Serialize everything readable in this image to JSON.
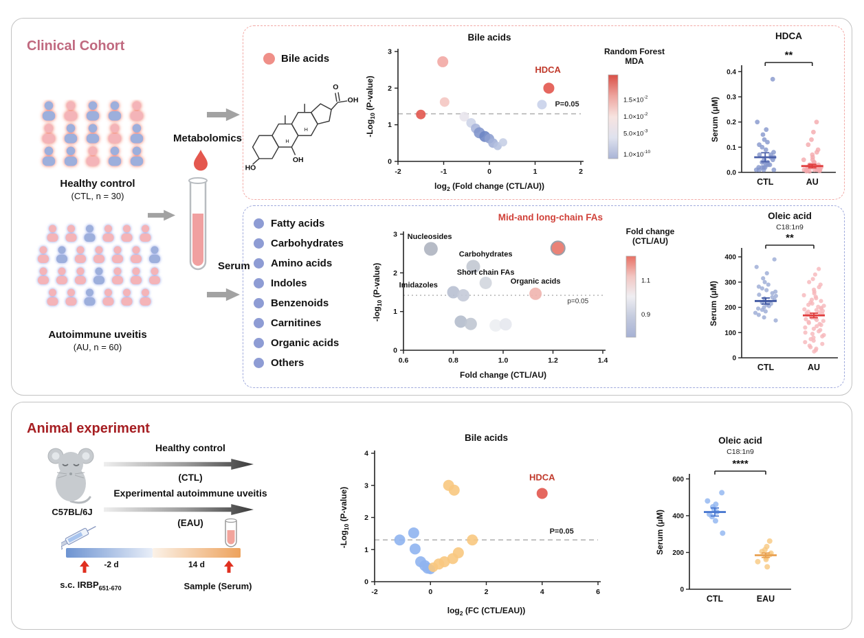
{
  "clinical": {
    "title": "Clinical Cohort",
    "groups": [
      {
        "name": "Healthy control",
        "sub": "(CTL, n = 30)"
      },
      {
        "name": "Autoimmune uveitis",
        "sub": "(AU, n = 60)"
      }
    ],
    "metabolomics_label": "Metabolomics",
    "serum_label": "Serum",
    "bile_legend": "Bile acids",
    "class_legend": [
      "Fatty acids",
      "Carbohydrates",
      "Amino acids",
      "Indoles",
      "Benzenoids",
      "Carnitines",
      "Organic acids",
      "Others"
    ],
    "chem_labels": {
      "ho": "HO",
      "oh_ring": "OH",
      "o": "O",
      "oh_acid": "OH",
      "h1": "H",
      "h2": "H"
    }
  },
  "animal": {
    "title": "Animal experiment",
    "mouse_label": "C57BL/6J",
    "tracks": [
      {
        "name": "Healthy control",
        "sub": "(CTL)"
      },
      {
        "name": "Experimental autoimmune uveitis",
        "sub": "(EAU)"
      }
    ],
    "timeline": {
      "start_label": "-2 d",
      "end_label": "14 d"
    },
    "injection_label_main": "s.c. IRBP",
    "injection_label_sub": "651-670",
    "sample_label": "Sample (Serum)"
  },
  "chart_data": [
    {
      "id": "clinical_bile_volcano",
      "type": "scatter",
      "title": "Bile acids",
      "xlabel": "log_{2} (Fold change (CTL/AU))",
      "ylabel": "-Log_{10} (P-value)",
      "xlim": [
        -2,
        2
      ],
      "ylim": [
        0,
        3
      ],
      "xticks": [
        "-2",
        "-1",
        "0",
        "1",
        "2"
      ],
      "yticks": [
        "0",
        "1",
        "2",
        "3"
      ],
      "threshold": {
        "y": 1.3,
        "dash": "7 5"
      },
      "points": [
        {
          "x": -1.5,
          "y": 1.28,
          "c": "#e2574e",
          "r": 7
        },
        {
          "x": -1.02,
          "y": 2.72,
          "c": "#f2a8a4",
          "r": 8
        },
        {
          "x": -0.98,
          "y": 1.62,
          "c": "#f4c6c2",
          "r": 7
        },
        {
          "x": -0.55,
          "y": 1.22,
          "c": "#e8e4ec",
          "r": 7
        },
        {
          "x": -0.4,
          "y": 1.05,
          "c": "#cdd4e8",
          "r": 7
        },
        {
          "x": -0.3,
          "y": 0.9,
          "c": "#aab6dc",
          "r": 7
        },
        {
          "x": -0.22,
          "y": 0.78,
          "c": "#8296cc",
          "r": 8
        },
        {
          "x": -0.1,
          "y": 0.68,
          "c": "#6e86c4",
          "r": 8
        },
        {
          "x": 0.0,
          "y": 0.62,
          "c": "#8ea0d0",
          "r": 7
        },
        {
          "x": 0.08,
          "y": 0.5,
          "c": "#a2b0d8",
          "r": 7
        },
        {
          "x": 0.18,
          "y": 0.42,
          "c": "#b6c2e0",
          "r": 6
        },
        {
          "x": 0.3,
          "y": 0.52,
          "c": "#c6cfe6",
          "r": 6
        },
        {
          "x": 1.15,
          "y": 1.55,
          "c": "#c9d2ea",
          "r": 7
        },
        {
          "x": 1.3,
          "y": 2.0,
          "c": "#e2574e",
          "r": 8
        }
      ],
      "annotations": [
        {
          "text": "HDCA",
          "x": 1.28,
          "y": 2.42,
          "color": "#c0392b",
          "bold": true,
          "size": 13,
          "anchor": "middle"
        },
        {
          "text": "P=0.05",
          "x": 1.7,
          "y": 1.5,
          "color": "#222",
          "bold": true,
          "size": 11,
          "anchor": "middle"
        }
      ]
    },
    {
      "id": "clinical_hdca_dot",
      "type": "dotplot",
      "title": "HDCA",
      "subtitle": "",
      "sig": "**",
      "ylabel": "Serum (μM)",
      "ylim": [
        0,
        0.42
      ],
      "yticks": [
        "0.0",
        "0.1",
        "0.2",
        "0.3",
        "0.4"
      ],
      "groups": [
        {
          "label": "CTL",
          "color": "#8496cc",
          "mean": 0.06,
          "sem": 0.018,
          "mean_color": "#4a5fa8",
          "values": [
            0.37,
            0.2,
            0.17,
            0.15,
            0.13,
            0.12,
            0.11,
            0.1,
            0.09,
            0.08,
            0.07,
            0.07,
            0.06,
            0.06,
            0.05,
            0.05,
            0.04,
            0.04,
            0.04,
            0.03,
            0.03,
            0.03,
            0.02,
            0.02,
            0.02,
            0.02,
            0.01,
            0.01,
            0.01,
            0.01
          ]
        },
        {
          "label": "AU",
          "color": "#f4a9ad",
          "mean": 0.025,
          "sem": 0.007,
          "mean_color": "#e03c3c",
          "values": [
            0.2,
            0.16,
            0.13,
            0.11,
            0.09,
            0.08,
            0.07,
            0.06,
            0.05,
            0.05,
            0.04,
            0.04,
            0.03,
            0.03,
            0.03,
            0.02,
            0.02,
            0.02,
            0.02,
            0.02,
            0.01,
            0.01,
            0.01,
            0.01,
            0.01,
            0.01,
            0.008,
            0.006,
            0.005,
            0.004
          ]
        }
      ]
    },
    {
      "id": "clinical_class_volcano",
      "type": "scatter",
      "title": "Mid-and long-chain FAs",
      "title_color": "#d04038",
      "title_anchor": "end",
      "xlabel": "Fold change (CTL/AU)",
      "ylabel": "-log_{10} (P-value)",
      "xlim": [
        0.6,
        1.4
      ],
      "ylim": [
        0,
        3
      ],
      "xticks": [
        "0.6",
        "0.8",
        "1.0",
        "1.2",
        "1.4"
      ],
      "yticks": [
        "0",
        "1",
        "2",
        "3"
      ],
      "threshold": {
        "y": 1.42,
        "dash": "2 4"
      },
      "points": [
        {
          "x": 0.71,
          "y": 2.62,
          "c": "#aeb4c0",
          "r": 10
        },
        {
          "x": 0.88,
          "y": 2.16,
          "c": "#c2c8d2",
          "r": 10
        },
        {
          "x": 1.22,
          "y": 2.64,
          "c": "#e87468",
          "r": 10,
          "ring": "#9aa0aa"
        },
        {
          "x": 0.8,
          "y": 1.5,
          "c": "#b8c0d2",
          "r": 9
        },
        {
          "x": 0.84,
          "y": 1.42,
          "c": "#c4cad8",
          "r": 9
        },
        {
          "x": 0.93,
          "y": 1.74,
          "c": "#d2d6de",
          "r": 9
        },
        {
          "x": 1.13,
          "y": 1.46,
          "c": "#f0b4ae",
          "r": 9
        },
        {
          "x": 0.83,
          "y": 0.74,
          "c": "#b4bccc",
          "r": 9
        },
        {
          "x": 0.87,
          "y": 0.68,
          "c": "#c0c6d2",
          "r": 9
        },
        {
          "x": 0.97,
          "y": 0.64,
          "c": "#eceef2",
          "r": 9
        },
        {
          "x": 1.01,
          "y": 0.67,
          "c": "#e6e8ee",
          "r": 9
        }
      ],
      "annotations": [
        {
          "text": "Nucleosides",
          "x": 0.705,
          "y": 2.88,
          "color": "#111",
          "bold": true,
          "size": 11,
          "anchor": "middle"
        },
        {
          "text": "Carbohydrates",
          "x": 0.93,
          "y": 2.42,
          "color": "#111",
          "bold": true,
          "size": 11,
          "anchor": "middle"
        },
        {
          "text": "Imidazoles",
          "x": 0.66,
          "y": 1.62,
          "color": "#111",
          "bold": true,
          "size": 11,
          "anchor": "middle"
        },
        {
          "text": "Short chain FAs",
          "x": 0.93,
          "y": 1.95,
          "color": "#111",
          "bold": true,
          "size": 11,
          "anchor": "middle"
        },
        {
          "text": "Organic acids",
          "x": 1.13,
          "y": 1.72,
          "color": "#111",
          "bold": true,
          "size": 11,
          "anchor": "middle"
        },
        {
          "text": "p=0.05",
          "x": 1.3,
          "y": 1.22,
          "color": "#333",
          "bold": false,
          "size": 10,
          "anchor": "middle"
        }
      ]
    },
    {
      "id": "clinical_oleic_dot",
      "type": "dotplot",
      "title": "Oleic acid",
      "subtitle": "C18:1n9",
      "sig": "**",
      "ylabel": "Serum (μM)",
      "ylim": [
        0,
        430
      ],
      "yticks": [
        "0",
        "100",
        "200",
        "300",
        "400"
      ],
      "groups": [
        {
          "label": "CTL",
          "color": "#9aaad4",
          "mean": 225,
          "sem": 12,
          "mean_color": "#3d55a0",
          "values": [
            390,
            360,
            335,
            315,
            300,
            290,
            282,
            275,
            268,
            262,
            256,
            250,
            245,
            240,
            235,
            230,
            226,
            222,
            218,
            214,
            210,
            205,
            200,
            195,
            190,
            184,
            178,
            170,
            160,
            148
          ]
        },
        {
          "label": "AU",
          "color": "#f6b6ba",
          "mean": 168,
          "sem": 9,
          "mean_color": "#e03c3c",
          "values": [
            352,
            330,
            312,
            300,
            290,
            280,
            270,
            262,
            255,
            248,
            242,
            236,
            230,
            225,
            220,
            215,
            210,
            206,
            202,
            198,
            195,
            192,
            189,
            186,
            183,
            180,
            177,
            174,
            171,
            168,
            165,
            162,
            159,
            156,
            153,
            150,
            146,
            142,
            138,
            134,
            130,
            125,
            120,
            115,
            110,
            105,
            100,
            95,
            90,
            85,
            80,
            74,
            68,
            62,
            55,
            48,
            42,
            36,
            30,
            25
          ]
        }
      ]
    },
    {
      "id": "animal_bile_volcano",
      "type": "scatter",
      "title": "Bile acids",
      "xlabel": "log_{2} (FC (CTL/EAU))",
      "ylabel": "-Log_{10} (P-value)",
      "xlim": [
        -2,
        6
      ],
      "ylim": [
        0,
        4
      ],
      "xticks": [
        "-2",
        "0",
        "2",
        "4",
        "6"
      ],
      "yticks": [
        "0",
        "1",
        "2",
        "3",
        "4"
      ],
      "threshold": {
        "y": 1.3,
        "dash": "7 5"
      },
      "points": [
        {
          "x": -1.1,
          "y": 1.3,
          "c": "#8fb4f0",
          "r": 8
        },
        {
          "x": -0.6,
          "y": 1.52,
          "c": "#8fb4f0",
          "r": 8
        },
        {
          "x": -0.55,
          "y": 1.02,
          "c": "#8fb4f0",
          "r": 8
        },
        {
          "x": -0.35,
          "y": 0.62,
          "c": "#8fb4f0",
          "r": 8
        },
        {
          "x": -0.2,
          "y": 0.5,
          "c": "#8fb4f0",
          "r": 8
        },
        {
          "x": -0.1,
          "y": 0.42,
          "c": "#8fb4f0",
          "r": 8
        },
        {
          "x": 0.0,
          "y": 0.38,
          "c": "#8fb4f0",
          "r": 7
        },
        {
          "x": 0.1,
          "y": 0.45,
          "c": "#f8c880",
          "r": 7
        },
        {
          "x": 0.3,
          "y": 0.55,
          "c": "#f8c880",
          "r": 8
        },
        {
          "x": 0.5,
          "y": 0.62,
          "c": "#f8c880",
          "r": 8
        },
        {
          "x": 0.65,
          "y": 3.0,
          "c": "#f8c880",
          "r": 8
        },
        {
          "x": 0.85,
          "y": 2.85,
          "c": "#f8c880",
          "r": 8
        },
        {
          "x": 0.8,
          "y": 0.72,
          "c": "#f8c880",
          "r": 8
        },
        {
          "x": 1.0,
          "y": 0.9,
          "c": "#f8c880",
          "r": 8
        },
        {
          "x": 1.5,
          "y": 1.3,
          "c": "#f8c880",
          "r": 8
        },
        {
          "x": 4.0,
          "y": 2.75,
          "c": "#e2574e",
          "r": 8
        }
      ],
      "annotations": [
        {
          "text": "HDCA",
          "x": 4.0,
          "y": 3.15,
          "color": "#c0392b",
          "bold": true,
          "size": 13,
          "anchor": "middle"
        },
        {
          "text": "P=0.05",
          "x": 4.7,
          "y": 1.5,
          "color": "#222",
          "bold": true,
          "size": 11,
          "anchor": "middle"
        }
      ]
    },
    {
      "id": "animal_oleic_dot",
      "type": "dotplot",
      "title": "Oleic acid",
      "subtitle": "C18:1n9",
      "sig": "****",
      "ylabel": "Serum (μM)",
      "ylim": [
        0,
        620
      ],
      "yticks": [
        "0",
        "200",
        "400",
        "600"
      ],
      "groups": [
        {
          "label": "CTL",
          "color": "#8fb4f0",
          "mean": 420,
          "sem": 22,
          "mean_color": "#4a78d0",
          "values": [
            525,
            480,
            462,
            448,
            435,
            420,
            408,
            395,
            372,
            305
          ]
        },
        {
          "label": "EAU",
          "color": "#f8c880",
          "mean": 185,
          "sem": 12,
          "mean_color": "#e8a050",
          "values": [
            262,
            232,
            215,
            205,
            196,
            188,
            180,
            172,
            162,
            150,
            122
          ]
        }
      ]
    },
    {
      "id": "rf_colorbar",
      "type": "colorbar",
      "title_lines": [
        "Random Forest",
        "MDA"
      ],
      "labels": [
        "1.5×10^{-2}",
        "1.0×10^{-2}",
        "5.0×10^{-3}",
        "1.0×10^{-10}"
      ],
      "label_pos": [
        0.3,
        0.5,
        0.7,
        0.95
      ],
      "colors_top_to_bottom": [
        "#d94f46",
        "#eda49e",
        "#f7e3e0",
        "#dfe2ee",
        "#a9b4d6"
      ]
    },
    {
      "id": "fc_colorbar",
      "type": "colorbar",
      "title_lines": [
        "Fold change",
        "(CTL/AU)"
      ],
      "labels": [
        "1.1",
        "0.9"
      ],
      "label_pos": [
        0.3,
        0.72
      ],
      "colors_top_to_bottom": [
        "#e87064",
        "#f2c6c2",
        "#efeef2",
        "#c4cbde",
        "#a6b1d4"
      ]
    }
  ]
}
